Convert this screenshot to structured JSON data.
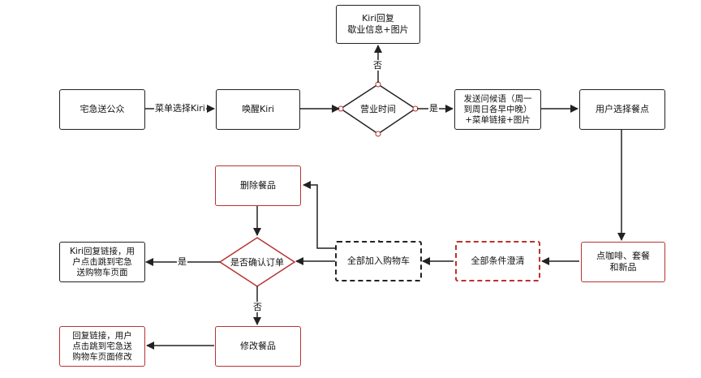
{
  "nodes": {
    "public_account": "宅急送公众",
    "wake_kiri": "唤醒Kiri",
    "business_hours": "营业时间",
    "kiri_closed_reply": "Kiri回复\n歇业信息+图片",
    "greeting": "发送问候语（周一\n到周日各早中晚）\n+菜单链接+图片",
    "user_select": "用户选择餐点",
    "order_items": "点咖啡、套餐\n和新品",
    "clarify_all": "全部条件澄清",
    "add_to_cart": "全部加入购物车",
    "confirm_order": "是否确认订单",
    "delete_item": "删除餐品",
    "kiri_cart_link": "Kiri回复链接，用\n户点击跳到宅急\n送购物车页面",
    "modify_item": "修改餐品",
    "modify_link": "回复链接，用户\n点击跳到宅急送\n购物车页面修改"
  },
  "edges": {
    "menu_select": "菜单选择Kiri",
    "no_top": "否",
    "yes_right": "是",
    "yes_left": "是",
    "no_bottom": "否"
  },
  "colors": {
    "line": "#222222",
    "highlight": "#b83333"
  }
}
